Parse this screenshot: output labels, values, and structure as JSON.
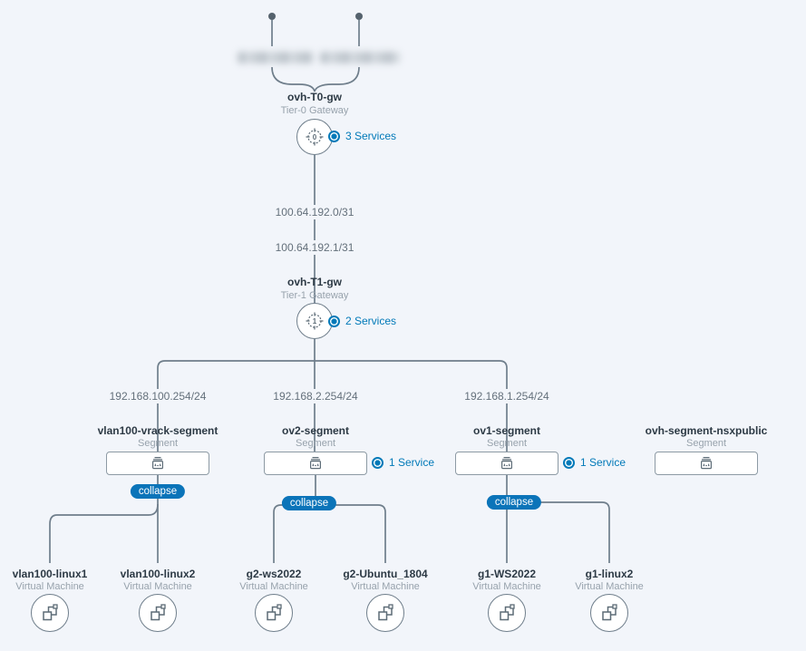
{
  "diagram": {
    "t0": {
      "title": "ovh-T0-gw",
      "type_label": "Tier-0 Gateway",
      "services": "3 Services"
    },
    "t1": {
      "title": "ovh-T1-gw",
      "type_label": "Tier-1 Gateway",
      "services": "2 Services"
    },
    "t0_t1_link_labels": [
      "100.64.192.0/31",
      "100.64.192.1/31"
    ],
    "segment_uplink_labels": [
      "192.168.100.254/24",
      "192.168.2.254/24",
      "192.168.1.254/24"
    ],
    "segments": [
      {
        "title": "vlan100-vrack-segment",
        "type_label": "Segment",
        "collapse_label": "collapse"
      },
      {
        "title": "ov2-segment",
        "type_label": "Segment",
        "services": "1 Service",
        "collapse_label": "collapse"
      },
      {
        "title": "ov1-segment",
        "type_label": "Segment",
        "services": "1 Service",
        "collapse_label": "collapse"
      },
      {
        "title": "ovh-segment-nsxpublic",
        "type_label": "Segment"
      }
    ],
    "vms": [
      {
        "title": "vlan100-linux1",
        "type_label": "Virtual Machine"
      },
      {
        "title": "vlan100-linux2",
        "type_label": "Virtual Machine"
      },
      {
        "title": "g2-ws2022",
        "type_label": "Virtual Machine"
      },
      {
        "title": "g2-Ubuntu_1804",
        "type_label": "Virtual Machine"
      },
      {
        "title": "g1-WS2022",
        "type_label": "Virtual Machine"
      },
      {
        "title": "g1-linux2",
        "type_label": "Virtual Machine"
      }
    ],
    "colors": {
      "background": "#f2f5fa",
      "line": "#6f7e8b",
      "accent_blue": "#0079b8",
      "badge_blue": "#0b74b9"
    }
  }
}
